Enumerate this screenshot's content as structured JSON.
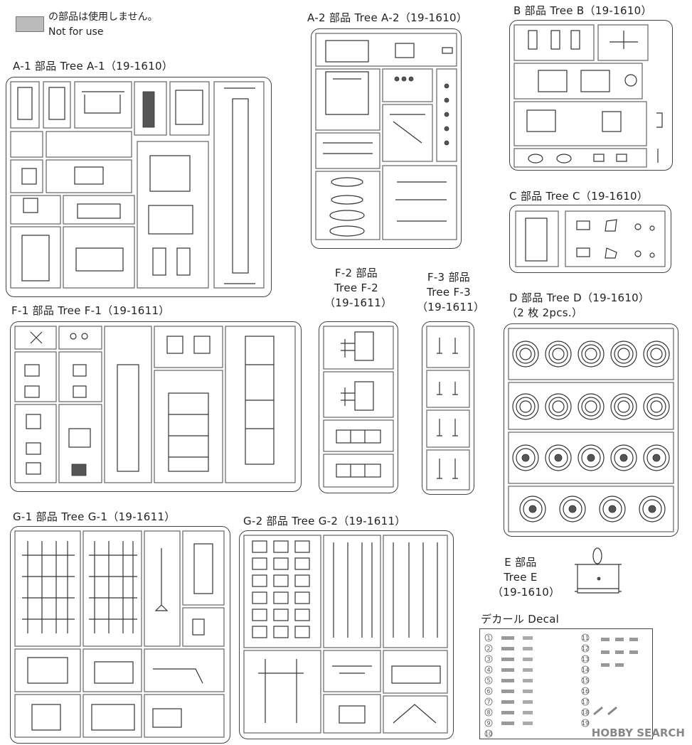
{
  "legend": {
    "line1": "の部品は使用しません。",
    "line2": "Not for use"
  },
  "trees": {
    "a1": "A-1 部品 Tree A-1（19-1610）",
    "a2": "A-2 部品 Tree A-2（19-1610）",
    "b": "B 部品 Tree B（19-1610）",
    "c": "C 部品 Tree C（19-1610）",
    "d_line1": "D 部品 Tree D（19-1610）",
    "d_line2": "（2 枚 2pcs.）",
    "f1": "F-1 部品 Tree F-1（19-1611）",
    "f2_line1": "F-2 部品",
    "f2_line2": "Tree F-2",
    "f2_line3": "（19-1611）",
    "f3_line1": "F-3 部品",
    "f3_line2": "Tree F-3",
    "f3_line3": "（19-1611）",
    "g1": "G-1 部品 Tree G-1（19-1611）",
    "g2": "G-2 部品 Tree G-2（19-1611）",
    "e_line1": "E 部品",
    "e_line2": "Tree E",
    "e_line3": "（19-1610）",
    "decal": "デカール Decal"
  },
  "watermark": "HOBBY SEARCH",
  "decal_numbers": [
    "1",
    "2",
    "3",
    "4",
    "5",
    "6",
    "7",
    "8",
    "9",
    "10",
    "11",
    "12",
    "13",
    "14",
    "15",
    "16",
    "17",
    "18",
    "19"
  ]
}
